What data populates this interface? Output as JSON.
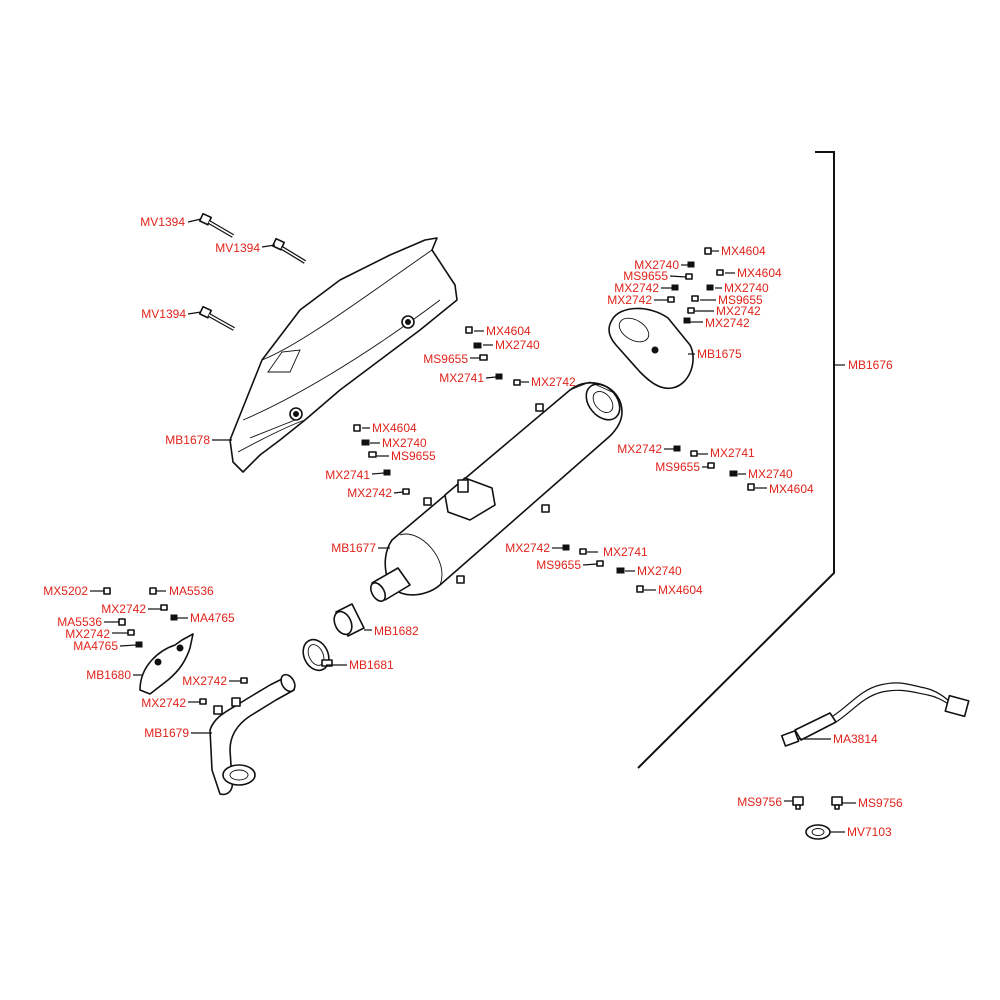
{
  "diagram": {
    "colors": {
      "label": "#e0241b",
      "line": "#111111",
      "background": "#ffffff"
    },
    "group_bracket_label": "MB1676",
    "labels": {
      "mv1394_a": "MV1394",
      "mv1394_b": "MV1394",
      "mv1394_c": "MV1394",
      "mb1678": "MB1678",
      "mx4604_a": "MX4604",
      "mx2740_a": "MX2740",
      "ms9655_a": "MS9655",
      "mx2741_a": "MX2741",
      "mx2742_a": "MX2742",
      "mx4604_b": "MX4604",
      "mx2740_b": "MX2740",
      "ms9655_b": "MS9655",
      "mx2741_b": "MX2741",
      "mx2742_b": "MX2742",
      "mx2740_c": "MX2740",
      "ms9655_c": "MS9655",
      "mx2742_c": "MX2742",
      "mx2742_d": "MX2742",
      "mx4604_c": "MX4604",
      "mx4604_d": "MX4604",
      "mx2740_d": "MX2740",
      "ms9655_d": "MS9655",
      "mx2742_e": "MX2742",
      "mx2742_f": "MX2742",
      "mb1675": "MB1675",
      "mx2742_g": "MX2742",
      "mx2741_c": "MX2741",
      "ms9655_e": "MS9655",
      "mx2740_e": "MX2740",
      "mx4604_e": "MX4604",
      "mb1677": "MB1677",
      "mx2742_h": "MX2742",
      "mx2741_d": "MX2741",
      "ms9655_f": "MS9655",
      "mx2740_f": "MX2740",
      "mx4604_f": "MX4604",
      "mx5202": "MX5202",
      "ma5536_a": "MA5536",
      "mx2742_i": "MX2742",
      "ma4765_a": "MA4765",
      "ma5536_b": "MA5536",
      "mx2742_j": "MX2742",
      "ma4765_b": "MA4765",
      "mb1680": "MB1680",
      "mb1682": "MB1682",
      "mb1681": "MB1681",
      "mx2742_k": "MX2742",
      "mx2742_l": "MX2742",
      "mb1679": "MB1679",
      "ma3814": "MA3814",
      "ms9756_a": "MS9756",
      "ms9756_b": "MS9756",
      "mv7103": "MV7103"
    }
  }
}
